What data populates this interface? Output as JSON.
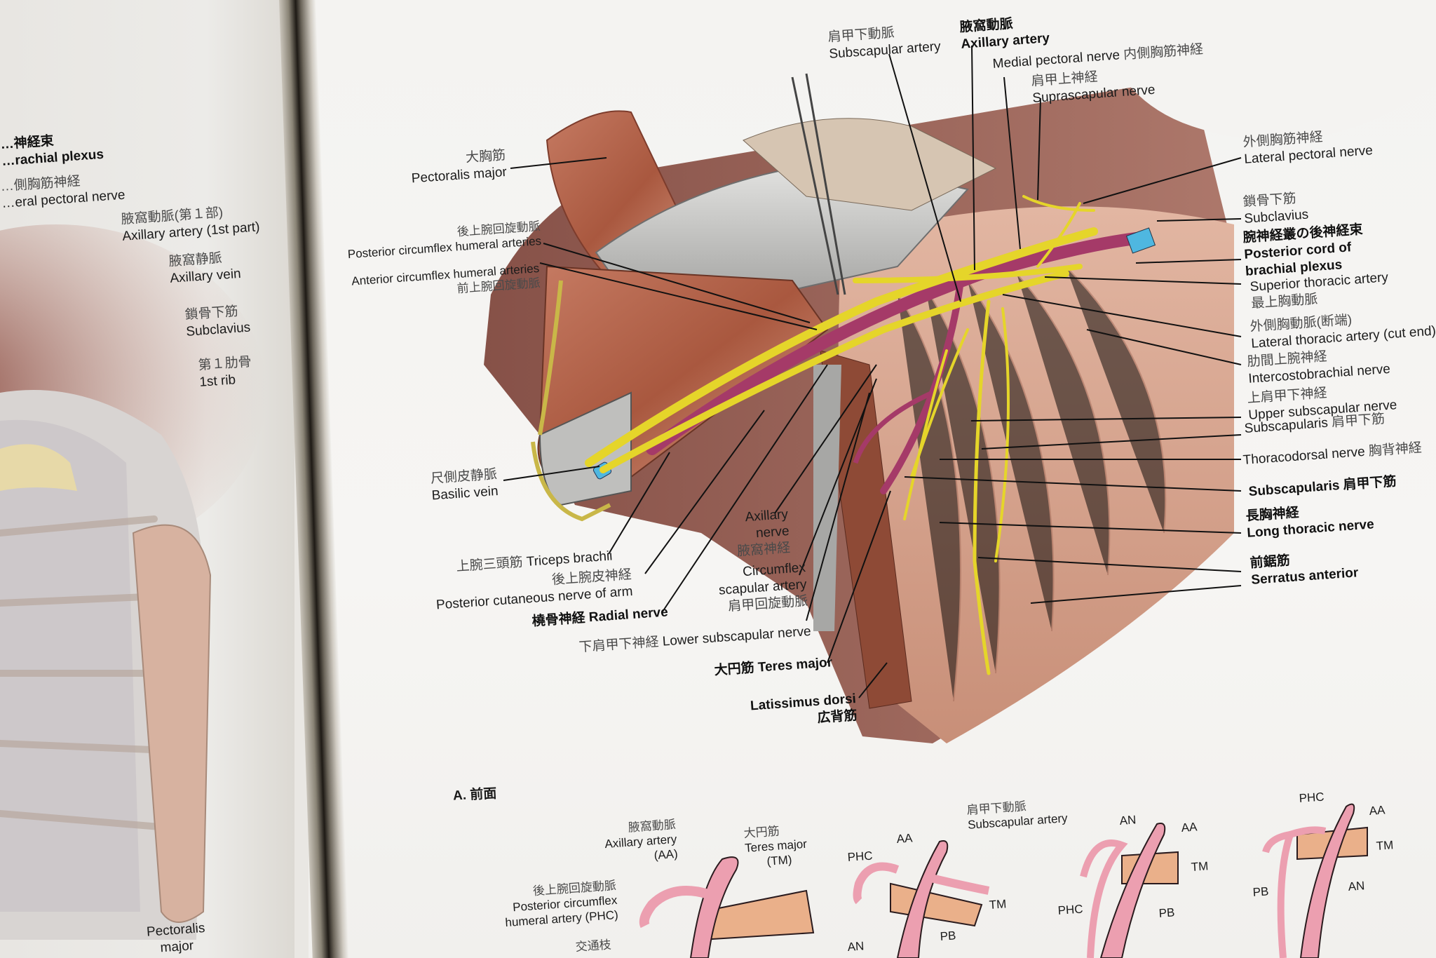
{
  "left_page": {
    "labels": [
      {
        "jp": "…神経束",
        "en": "…rachial plexus",
        "bold": true
      },
      {
        "jp": "…側胸筋神経",
        "en": "…eral pectoral nerve"
      },
      {
        "jp": "腋窩動脈(第１部)",
        "en": "Axillary artery (1st part)"
      },
      {
        "jp": "腋窩静脈",
        "en": "Axillary vein"
      },
      {
        "jp": "鎖骨下筋",
        "en": "Subclavius"
      },
      {
        "jp": "第１肋骨",
        "en": "1st rib"
      },
      {
        "jp": "",
        "en": "Pectoralis major"
      }
    ]
  },
  "right_page": {
    "figure_caption": "A. 前面",
    "labels_top": [
      {
        "jp": "肩甲下動脈",
        "en": "Subscapular artery"
      },
      {
        "jp": "腋窩動脈",
        "en": "Axillary artery",
        "bold": true
      },
      {
        "en": "Medial pectoral nerve",
        "jp": "内側胸筋神経"
      },
      {
        "jp": "肩甲上神経",
        "en": "Suprascapular nerve"
      }
    ],
    "labels_left": [
      {
        "jp": "大胸筋",
        "en": "Pectoralis major"
      },
      {
        "jp": "後上腕回旋動脈",
        "en": "Posterior circumflex humeral arteries"
      },
      {
        "en": "Anterior circumflex humeral arteries",
        "jp": "前上腕回旋動脈"
      },
      {
        "jp": "尺側皮静脈",
        "en": "Basilic vein"
      }
    ],
    "labels_bottom": [
      {
        "jp": "上腕三頭筋",
        "en": "Triceps brachii"
      },
      {
        "jp": "後上腕皮神経",
        "en": "Posterior cutaneous nerve of arm"
      },
      {
        "jp": "橈骨神経",
        "en": "Radial nerve",
        "bold": true
      },
      {
        "jp": "下肩甲下神経",
        "en": "Lower subscapular nerve"
      },
      {
        "en": "Axillary nerve",
        "jp": "腋窩神経"
      },
      {
        "en": "Circumflex scapular artery",
        "jp": "肩甲回旋動脈"
      },
      {
        "jp": "大円筋",
        "en": "Teres major",
        "bold": true
      },
      {
        "en": "Latissimus dorsi",
        "jp": "広背筋",
        "bold": true
      }
    ],
    "labels_right": [
      {
        "jp": "外側胸筋神経",
        "en": "Lateral pectoral nerve"
      },
      {
        "jp": "鎖骨下筋",
        "en": "Subclavius"
      },
      {
        "jp": "腕神経叢の後神経束",
        "en": "Posterior cord of brachial plexus",
        "bold": true
      },
      {
        "en": "Superior thoracic artery",
        "jp": "最上胸動脈"
      },
      {
        "jp": "外側胸動脈(断端)",
        "en": "Lateral thoracic artery (cut end)"
      },
      {
        "jp": "肋間上腕神経",
        "en": "Intercostobrachial nerve"
      },
      {
        "jp": "上肩甲下神経",
        "en": "Upper subscapular nerve"
      },
      {
        "en": "Subscapularis",
        "jp": "肩甲下筋"
      },
      {
        "en": "Thoracodorsal nerve",
        "jp": "胸背神経"
      },
      {
        "en": "Subscapularis",
        "jp": "肩甲下筋",
        "bold": true
      },
      {
        "jp": "長胸神経",
        "en": "Long thoracic nerve",
        "bold": true
      },
      {
        "jp": "前鋸筋",
        "en": "Serratus anterior",
        "bold": true
      }
    ],
    "variants": {
      "v1": {
        "aa": {
          "jp": "腋窩動脈",
          "en": "Axillary artery",
          "abbr": "(AA)"
        },
        "tm": {
          "jp": "大円筋",
          "en": "Teres major",
          "abbr": "(TM)"
        },
        "phc": {
          "jp": "後上腕回旋動脈",
          "en": "Posterior circumflex humeral artery (PHC)"
        },
        "an": {
          "jp": "交通枝"
        }
      },
      "v2": {
        "subscap": {
          "jp": "肩甲下動脈",
          "en": "Subscapular artery"
        },
        "abbrs": [
          "PHC",
          "AA",
          "TM",
          "AN",
          "PB"
        ]
      },
      "v3": {
        "abbrs": [
          "AN",
          "AA",
          "TM",
          "PHC",
          "PB"
        ]
      },
      "v4": {
        "abbrs": [
          "PHC",
          "AA",
          "TM",
          "PB",
          "AN"
        ]
      }
    }
  },
  "colors": {
    "muscle": "#b9705a",
    "muscle_light": "#d9a48e",
    "nerve": "#e8d82a",
    "artery": "#b0416e",
    "vein": "#4fb7e0",
    "tendon": "#c8c8c8",
    "variant_artery": "#ec9fb0",
    "variant_muscle": "#e8b07e",
    "paper": "#f5f4f2"
  }
}
